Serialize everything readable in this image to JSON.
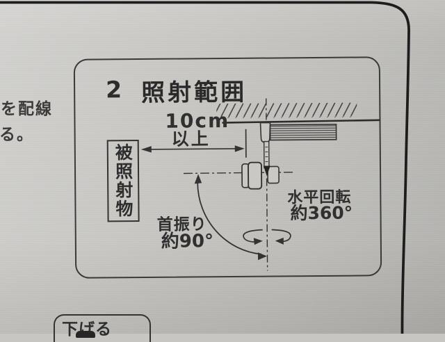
{
  "page": {
    "margin_lines": [
      "を配線",
      "る。"
    ],
    "bottom_box_label": "下げる"
  },
  "diagram": {
    "number": "2",
    "title": "照射範囲",
    "clearance_value": "10cm",
    "clearance_qualifier": "以上",
    "target_label": "被照射物",
    "swing_label": "首振り",
    "swing_angle": "約90°",
    "rotation_label": "水平回転",
    "rotation_angle": "約360°"
  },
  "colors": {
    "paper": "#c7c6c3",
    "ink": "#2e2e2e",
    "heavy_line": "#1d1d1d"
  }
}
